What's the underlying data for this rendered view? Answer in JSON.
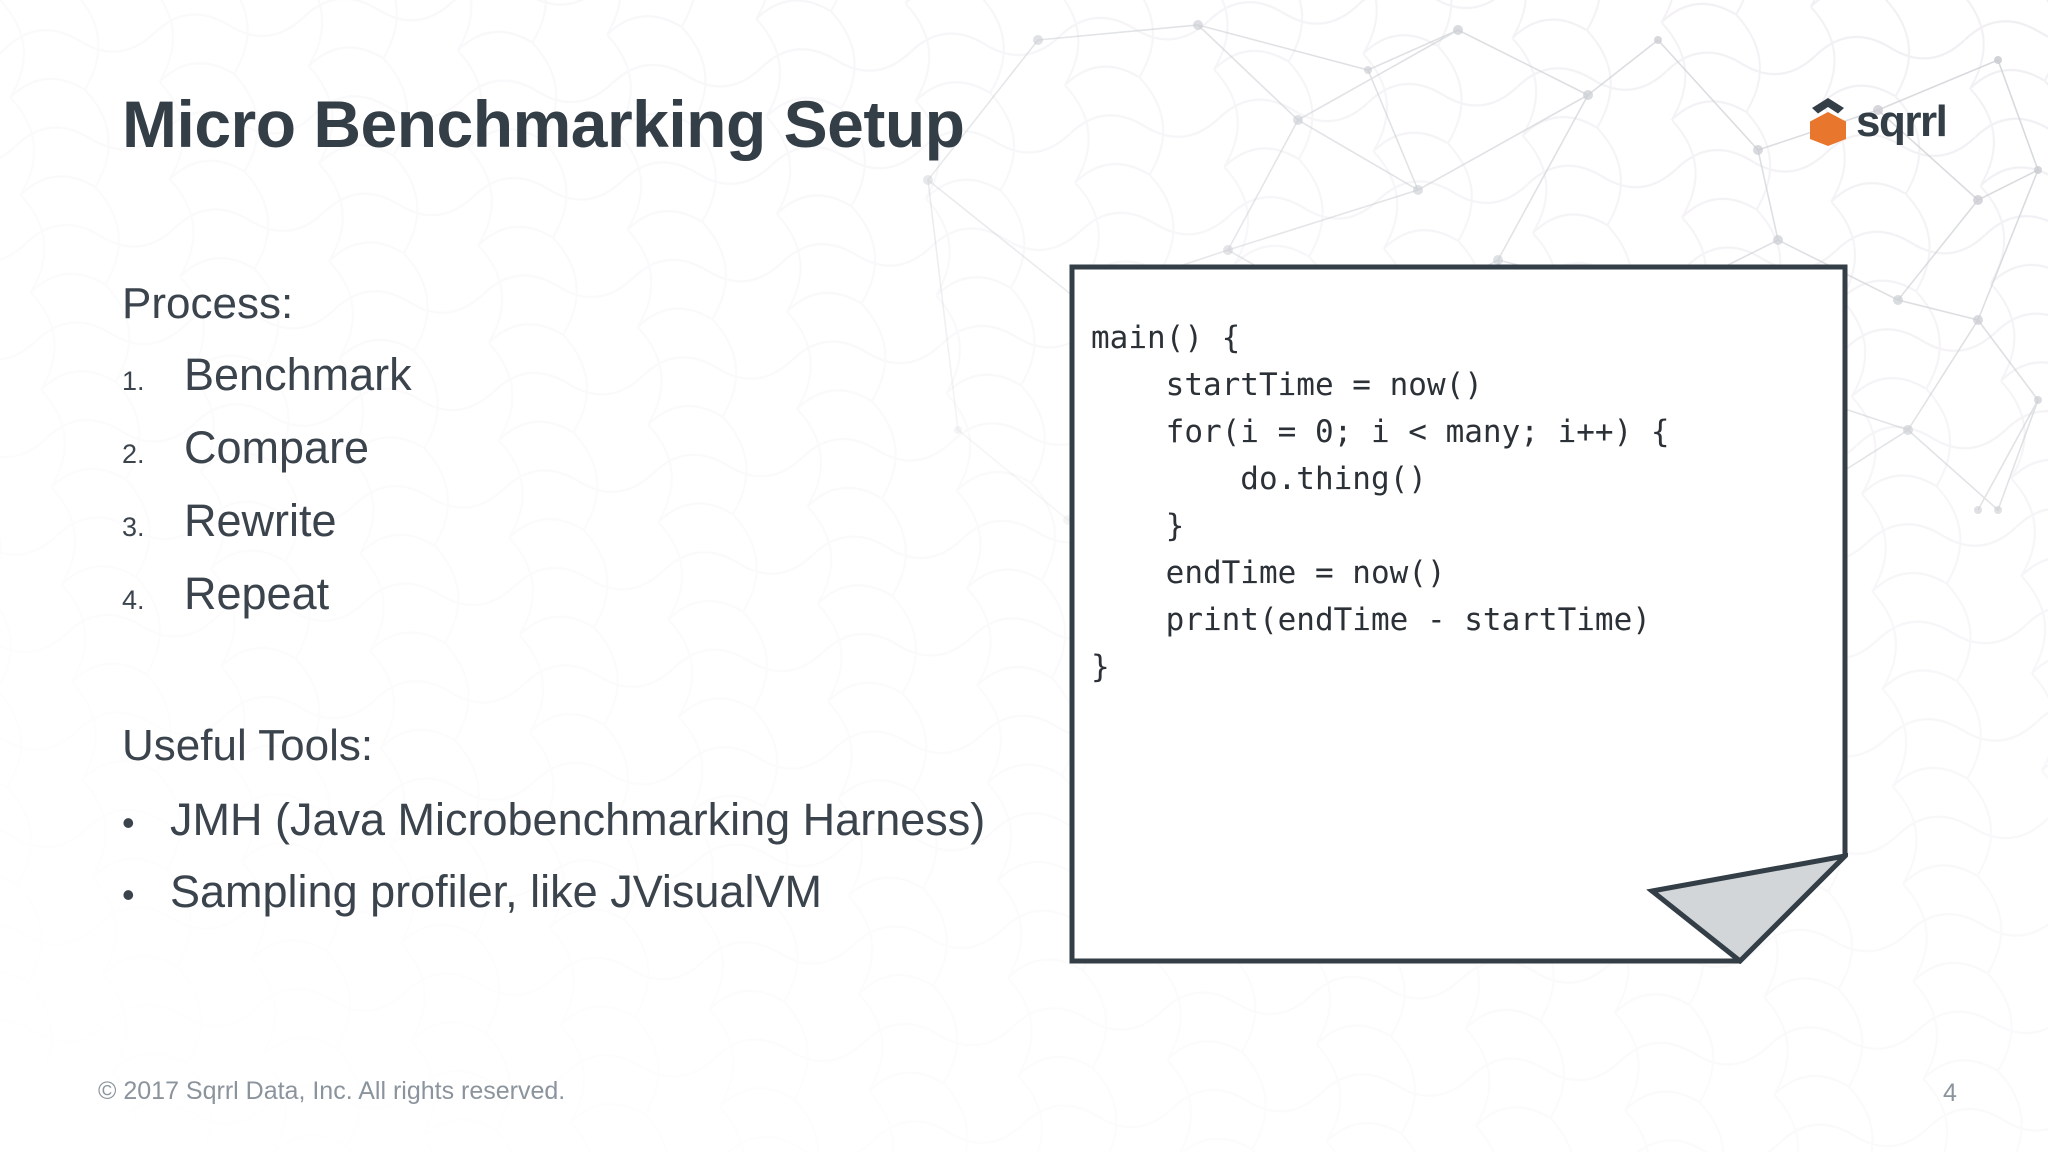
{
  "slide": {
    "title": "Micro Benchmarking Setup",
    "page_number": "4",
    "copyright": "© 2017 Sqrrl Data, Inc. All rights reserved."
  },
  "brand": {
    "logo_wordmark": "sqrrl",
    "logo_hex_color": "#e8762c",
    "logo_chevron_color": "#333e47",
    "title_color": "#333e47",
    "body_color": "#3b444c",
    "footer_color": "#8b949c",
    "note_border_color": "#333e47",
    "note_fold_color": "#d3d6d8"
  },
  "process": {
    "heading": "Process:",
    "items": [
      {
        "number": "1.",
        "label": "Benchmark"
      },
      {
        "number": "2.",
        "label": "Compare"
      },
      {
        "number": "3.",
        "label": "Rewrite"
      },
      {
        "number": "4.",
        "label": "Repeat"
      }
    ]
  },
  "tools": {
    "heading": "Useful Tools:",
    "bullet_glyph": "•",
    "items": [
      {
        "label": "JMH (Java Microbenchmarking Harness)"
      },
      {
        "label": "Sampling profiler, like JVisualVM"
      }
    ]
  },
  "code_note": {
    "code": "main() {\n    startTime = now()\n    for(i = 0; i < many; i++) {\n        do.thing()\n    }\n    endTime = now()\n    print(endTime - startTime)\n}"
  }
}
